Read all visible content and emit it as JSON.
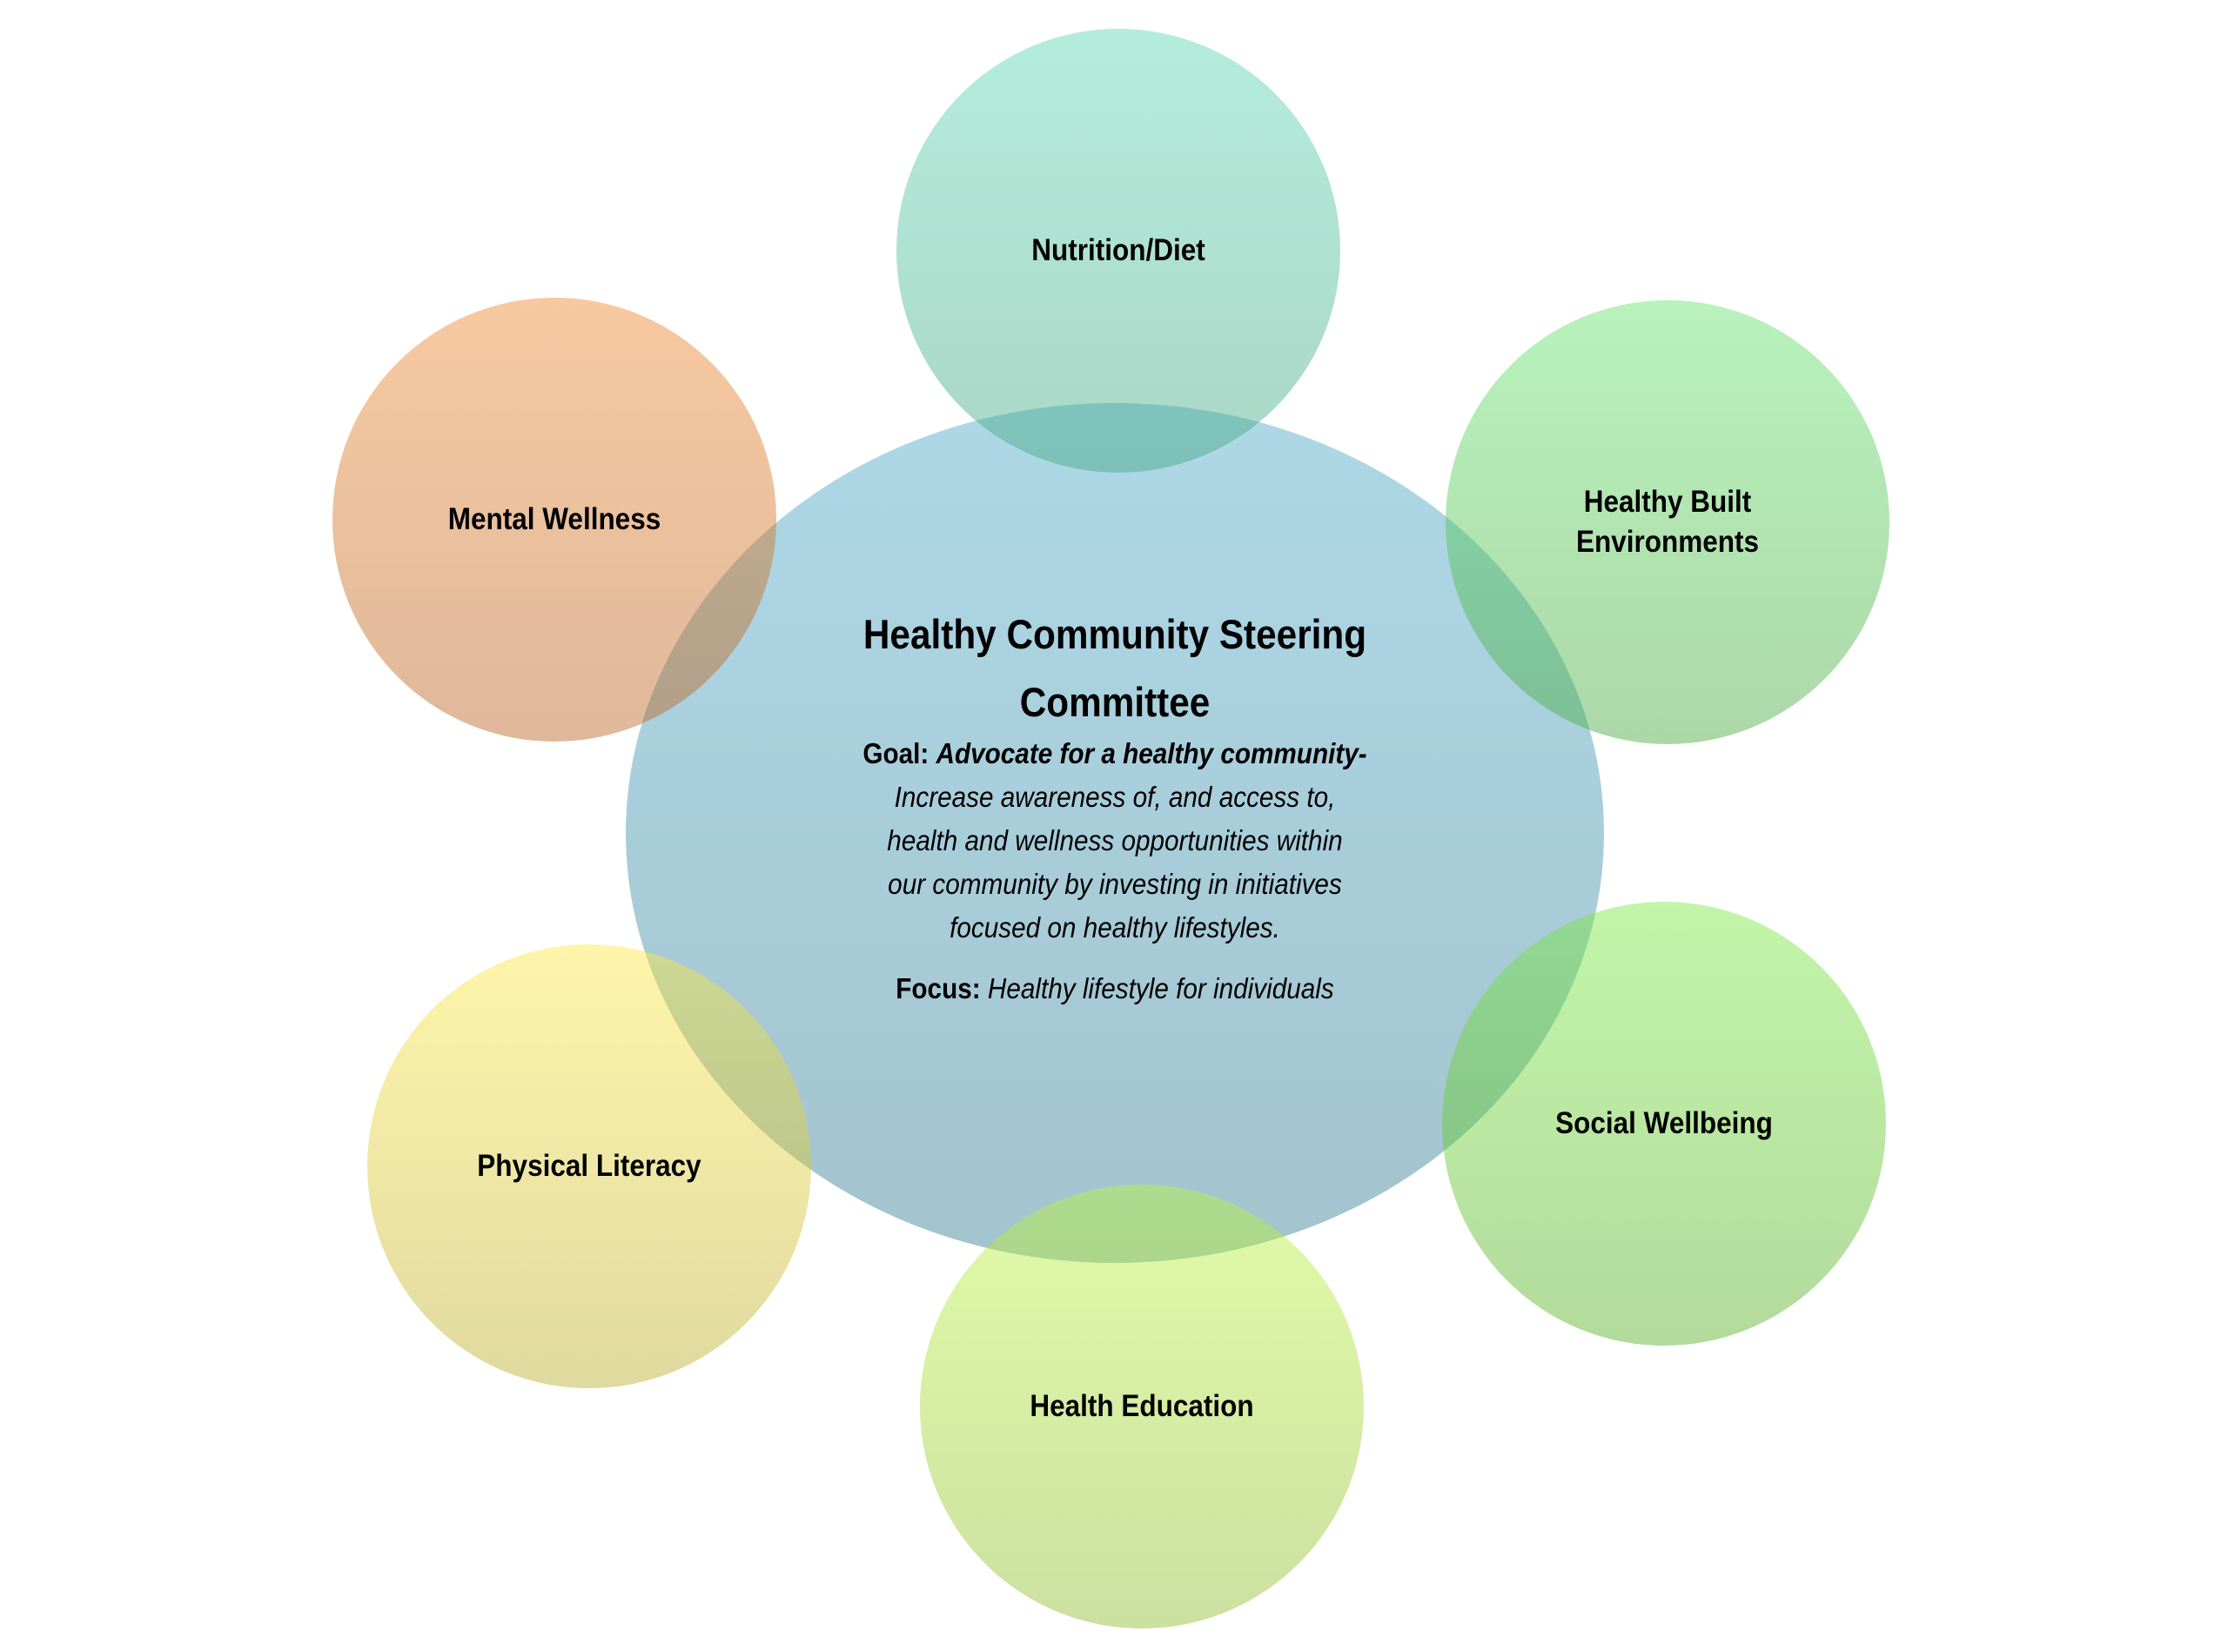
{
  "diagram": {
    "type": "hub-and-spoke",
    "center": {
      "title_lines": [
        "Healthy Community Steering",
        "Committee"
      ],
      "goal": {
        "label": "Goal:",
        "headline": "Advocate for a healthy community-",
        "description_lines": [
          "Increase awareness of, and access to,",
          "health and wellness opportunities within",
          "our community by investing in initiatives",
          "focused on healthy lifestyles."
        ]
      },
      "focus": {
        "label": "Focus:",
        "text": "Healthy lifestyle for individuals"
      },
      "color_top": "#AED8E7",
      "color_bottom": "#A3C3CD"
    },
    "nodes": [
      {
        "id": "nutrition",
        "lines": [
          "Nutrition/Diet"
        ],
        "color_top": "#B4EDDC",
        "color_bottom": "#AAD6C6"
      },
      {
        "id": "healthy-built",
        "lines": [
          "Healthy Built",
          "Environments"
        ],
        "color_top": "#B8F2BC",
        "color_bottom": "#ACD8A8"
      },
      {
        "id": "social",
        "lines": [
          "Social Wellbeing"
        ],
        "color_top": "#C2F5A8",
        "color_bottom": "#B2DA9C"
      },
      {
        "id": "health-education",
        "lines": [
          "Health Education"
        ],
        "color_top": "#E1FBA8",
        "color_bottom": "#CCE0A0"
      },
      {
        "id": "physical-literacy",
        "lines": [
          "Physical Literacy"
        ],
        "color_top": "#FEF5AA",
        "color_bottom": "#E0D9A0"
      },
      {
        "id": "mental-wellness",
        "lines": [
          "Mental Wellness"
        ],
        "color_top": "#F7C9A0",
        "color_bottom": "#DFB89A"
      }
    ]
  }
}
